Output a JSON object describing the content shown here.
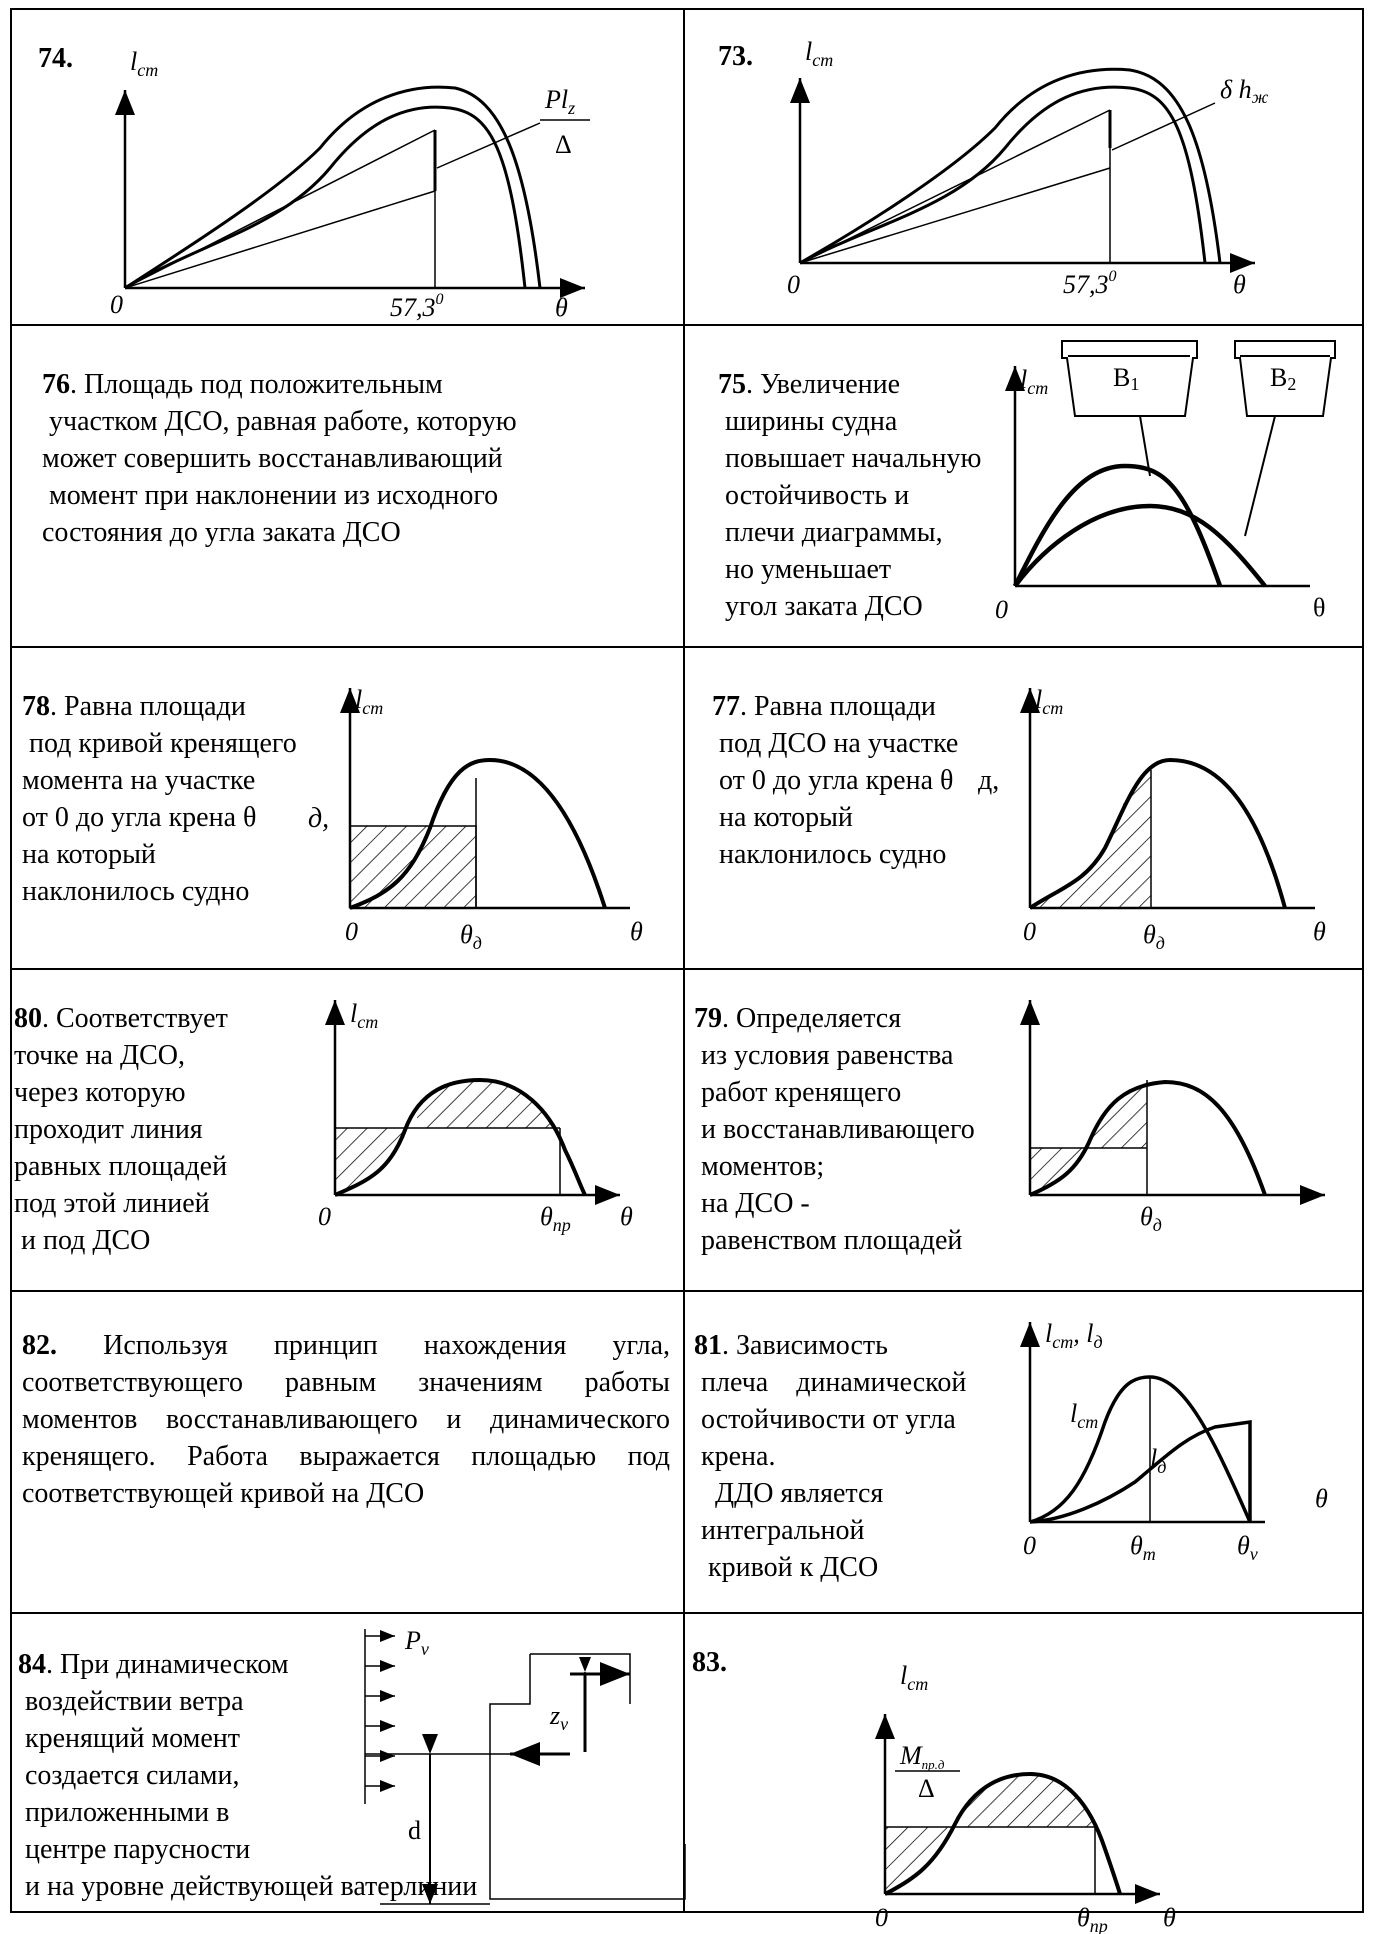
{
  "cells": {
    "c74": {
      "num": "74.",
      "ylabel": "l",
      "ysub": "cm",
      "origin": "0",
      "xval": "57,3",
      "xsup": "0",
      "theta": "θ",
      "frac_num": "Pl",
      "frac_sub": "z",
      "frac_den": "Δ"
    },
    "c73": {
      "num": "73.",
      "ylabel": "l",
      "ysub": "cm",
      "origin": "0",
      "xval": "57,3",
      "xsup": "0",
      "theta": "θ",
      "ann": "δ h",
      "ann_sub": "ж"
    },
    "c76": {
      "num": "76",
      "text": ". Площадь под положительным\n участком ДСО, равная работе, которую\nможет совершить восстанавливающий\n момент при наклонении из исходного\nсостояния до угла заката ДСО"
    },
    "c75": {
      "num": "75",
      "text": ". Увеличение\n ширины судна\n повышает начальную\n остойчивость и\n плечи диаграммы,\n но уменьшает\n угол заката ДСО",
      "ylabel": "l",
      "ysub": "cm",
      "origin": "0",
      "theta": "θ",
      "b1": "B",
      "b1sub": "1",
      "b2": "B",
      "b2sub": "2"
    },
    "c78": {
      "num": "78",
      "text": ". Равна площади\n под кривой кренящего\nмомента на участке\nот 0 до угла крена θ\nна который\nнаклонилось судно",
      "ylabel": "l",
      "ysub": "cm",
      "origin": "0",
      "xval": "θ",
      "xsub": "д",
      "theta": "θ"
    },
    "c77": {
      "num": "77",
      "text": ". Равна площади\n под ДСО на участке\n от 0 до угла крена θ\n на который\n наклонилось судно",
      "ylabel": "l",
      "ysub": "cm",
      "origin": "0",
      "xval": "θ",
      "xsub": "д",
      "theta": "θ"
    },
    "c80": {
      "num": "80",
      "text": ". Соответствует\nточке на ДСО,\nчерез которую\nпроходит линия\nравных площадей\nпод этой линией\n и под ДСО",
      "ylabel": "l",
      "ysub": "cm",
      "origin": "0",
      "xval": "θ",
      "xsub": "пр",
      "theta": "θ"
    },
    "c79": {
      "num": "79",
      "text": ". Определяется\n из условия равенства\n работ кренящего\n и восстанавливающего\n моментов;\n на ДСО -\n равенством площадей",
      "xval": "θ",
      "xsub": "д"
    },
    "c82": {
      "num": "82.",
      "text": " Используя принцип нахождения угла, соответствующего равным значениям работы моментов восстанавливающего и динамического кренящего. Работа выражается площадью под соответствующей кривой на ДСО"
    },
    "c81": {
      "num": "81",
      "text": ". Зависимость\n плеча    динамической\n остойчивости от угла\n крена.\n   ДДО является\n интегральной\n  кривой к ДСО",
      "ylabel": "l",
      "ysub": "cm",
      "ylabel2": "l",
      "ysub2": "д",
      "curve1": "l",
      "curve1sub": "cm",
      "curve2": "l",
      "curve2sub": "д",
      "origin": "0",
      "xm": "θ",
      "xmsub": "m",
      "xv": "θ",
      "xvsub": "v",
      "theta": "θ"
    },
    "c84": {
      "num": "84",
      "text": ". При динамическом\n воздействии ветра\n кренящий момент\n создается силами,\n приложенными в\n центре парусности\n и на уровне действующей ватерлинии",
      "pv": "P",
      "pvsub": "v",
      "zv": "z",
      "zvsub": "v",
      "d": "d"
    },
    "c83": {
      "num": "83.",
      "ylabel": "l",
      "ysub": "cm",
      "frac_num": "M",
      "frac_sub": "пр.д",
      "frac_den": "Δ",
      "origin": "0",
      "xval": "θ",
      "xsub": "пр",
      "theta": "θ"
    }
  }
}
